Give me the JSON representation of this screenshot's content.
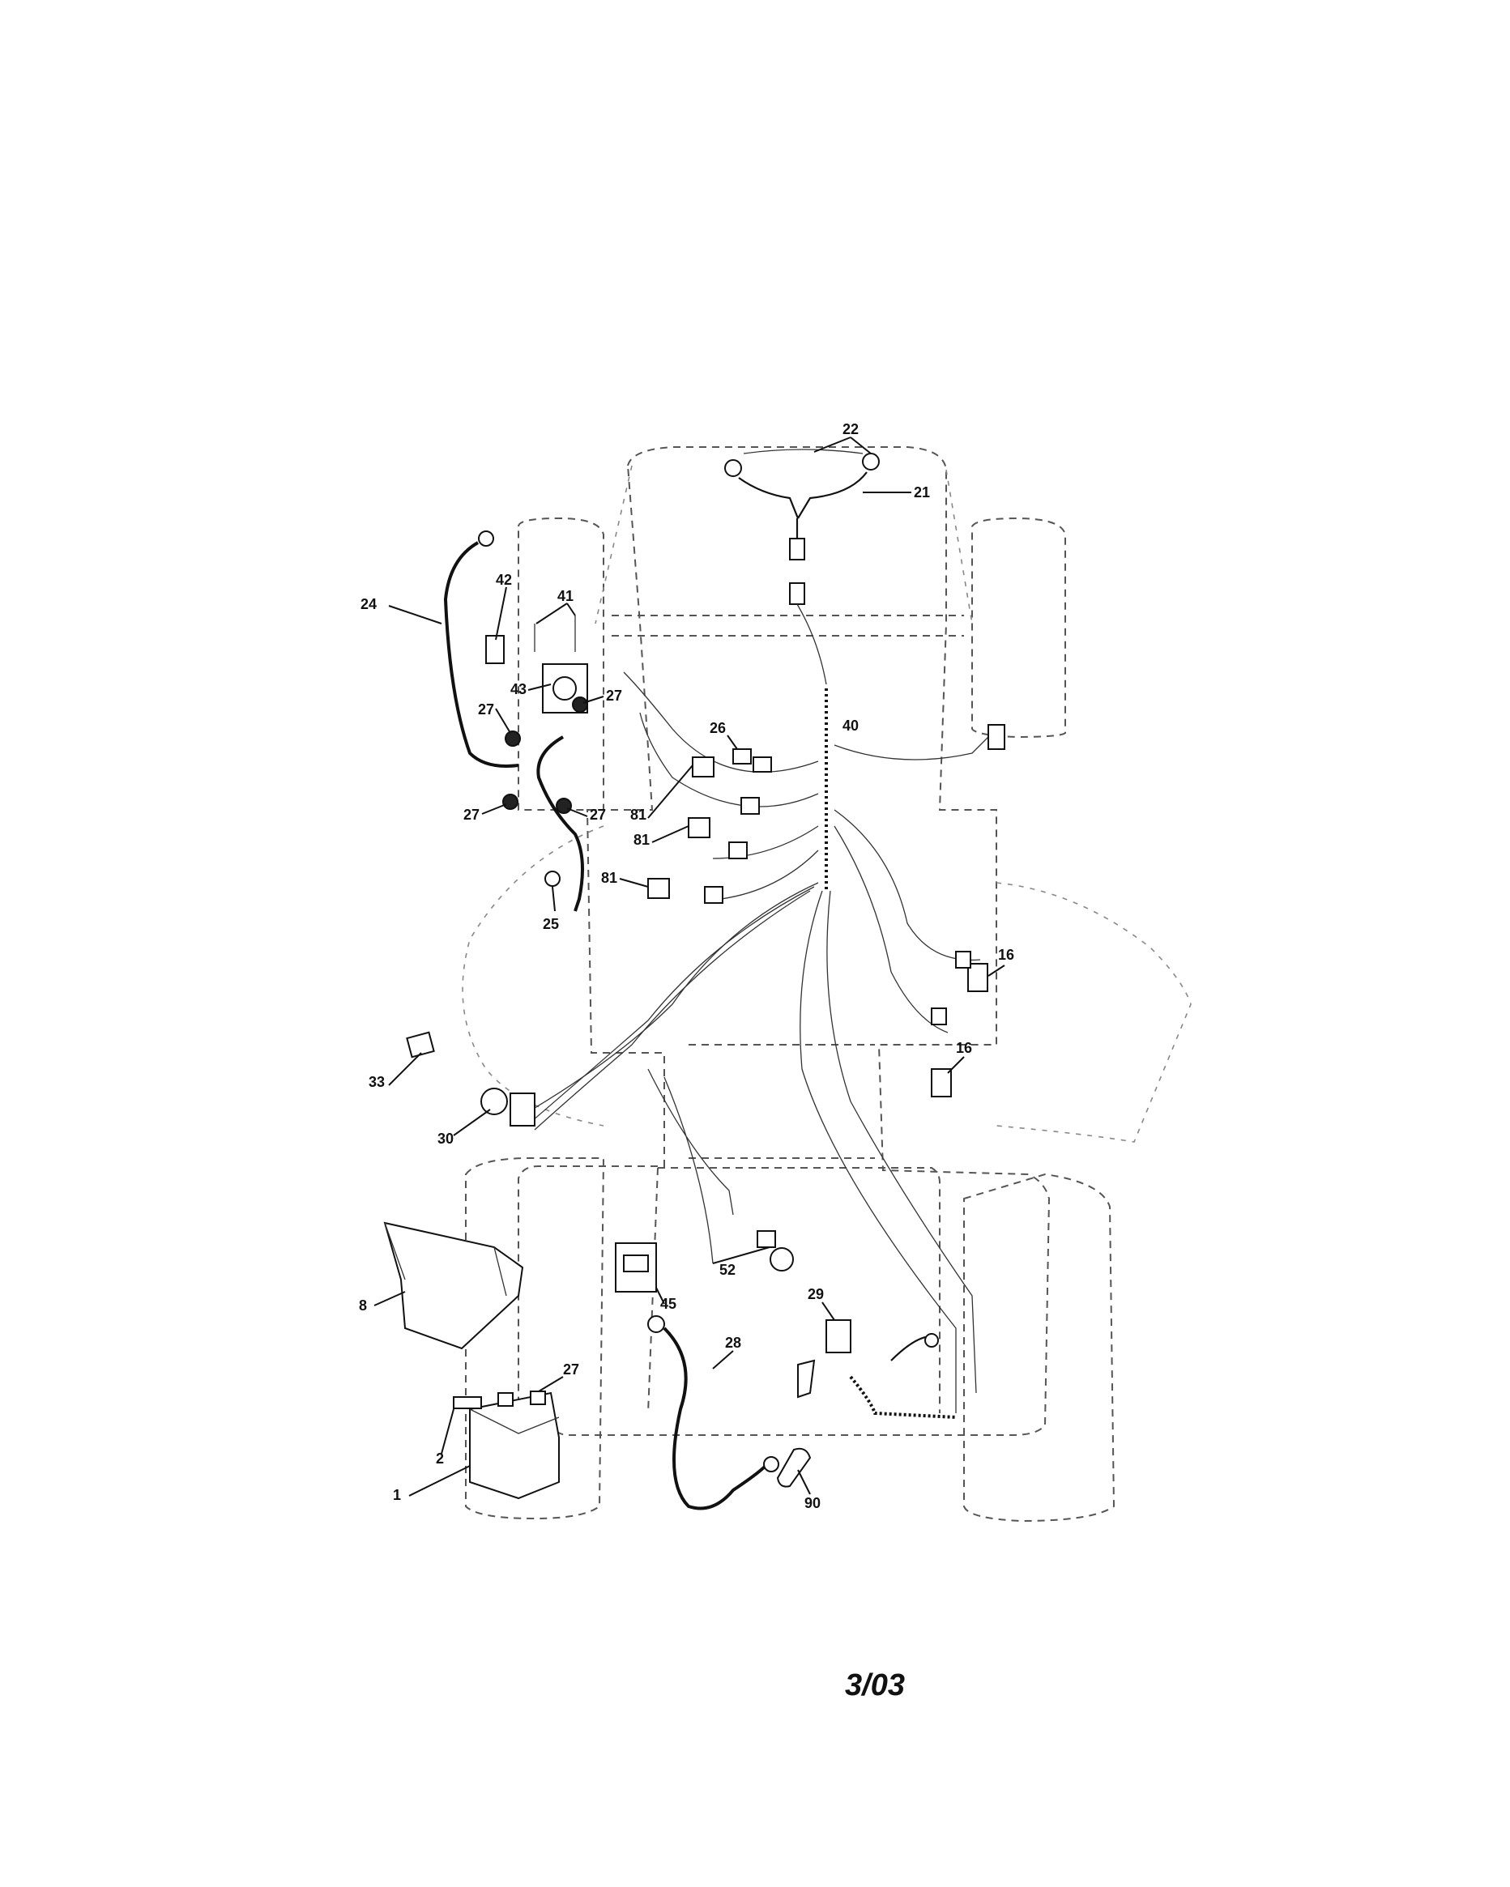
{
  "date_code": "3/03",
  "callouts": [
    {
      "id": "p22",
      "label": "22"
    },
    {
      "id": "p21",
      "label": "21"
    },
    {
      "id": "p24",
      "label": "24"
    },
    {
      "id": "p42",
      "label": "42"
    },
    {
      "id": "p41",
      "label": "41"
    },
    {
      "id": "p43",
      "label": "43"
    },
    {
      "id": "p27a",
      "label": "27"
    },
    {
      "id": "p27b",
      "label": "27"
    },
    {
      "id": "p27c",
      "label": "27"
    },
    {
      "id": "p27d",
      "label": "27"
    },
    {
      "id": "p26",
      "label": "26"
    },
    {
      "id": "p40",
      "label": "40"
    },
    {
      "id": "p81a",
      "label": "81"
    },
    {
      "id": "p81b",
      "label": "81"
    },
    {
      "id": "p81c",
      "label": "81"
    },
    {
      "id": "p25",
      "label": "25"
    },
    {
      "id": "p16a",
      "label": "16"
    },
    {
      "id": "p16b",
      "label": "16"
    },
    {
      "id": "p33",
      "label": "33"
    },
    {
      "id": "p30",
      "label": "30"
    },
    {
      "id": "p8",
      "label": "8"
    },
    {
      "id": "p52",
      "label": "52"
    },
    {
      "id": "p45",
      "label": "45"
    },
    {
      "id": "p29",
      "label": "29"
    },
    {
      "id": "p28",
      "label": "28"
    },
    {
      "id": "p27e",
      "label": "27"
    },
    {
      "id": "p2",
      "label": "2"
    },
    {
      "id": "p1",
      "label": "1"
    },
    {
      "id": "p90",
      "label": "90"
    }
  ]
}
